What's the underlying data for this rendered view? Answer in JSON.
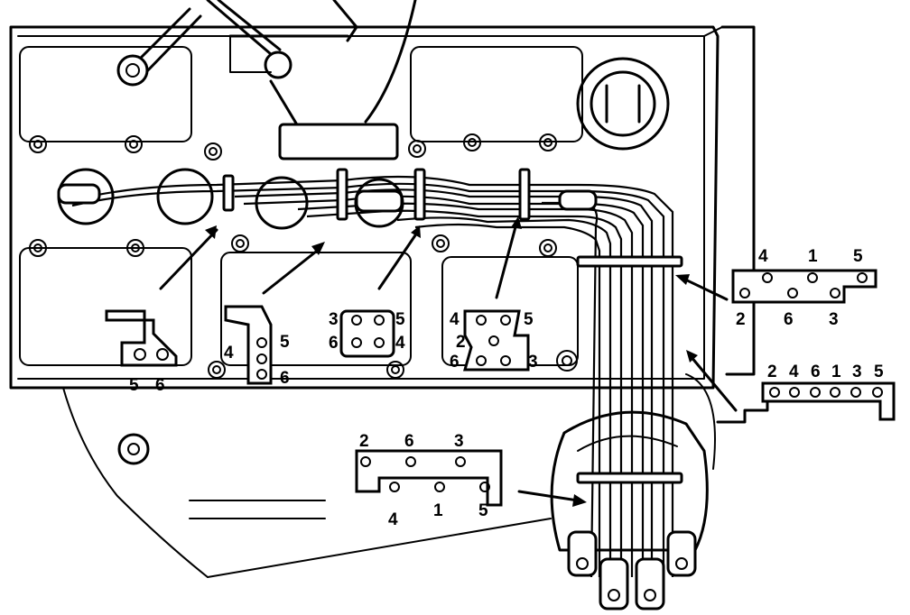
{
  "diagram": {
    "clip_left_a": {
      "labels": [
        "5",
        "6"
      ]
    },
    "clip_left_b": {
      "labels": [
        "4",
        "5",
        "6"
      ]
    },
    "clip_mid_a": {
      "top": [
        "3",
        "5"
      ],
      "bottom": [
        "6",
        "4"
      ]
    },
    "clip_mid_b": {
      "top": [
        "4",
        "5"
      ],
      "middle": [
        "2"
      ],
      "bottom": [
        "6",
        "3"
      ]
    },
    "clip_right_a": {
      "top": [
        "4",
        "1",
        "5"
      ],
      "bottom": [
        "2",
        "6",
        "3"
      ]
    },
    "clip_right_b": {
      "labels": [
        "2",
        "4",
        "6",
        "1",
        "3",
        "5"
      ]
    },
    "clip_bottom": {
      "top": [
        "2",
        "6",
        "3"
      ],
      "bottom": [
        "4",
        "1",
        "5"
      ]
    }
  }
}
